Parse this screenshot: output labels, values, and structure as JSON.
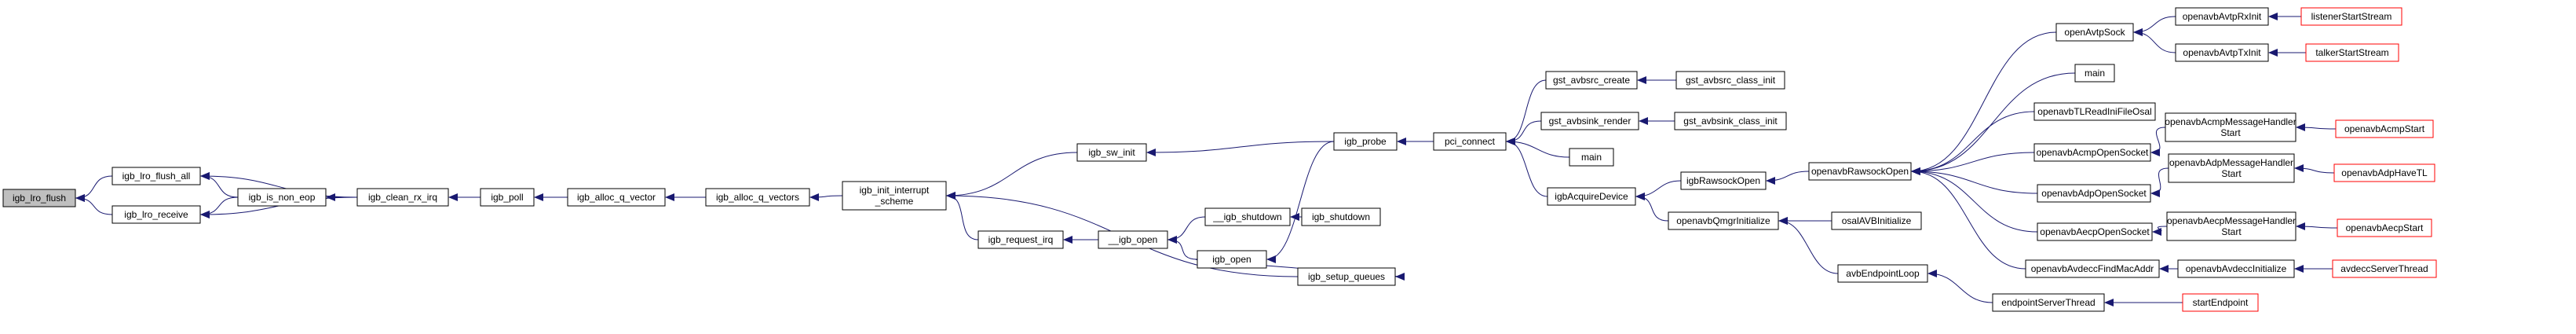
{
  "colors": {
    "root_fill": "#bfbfbf",
    "node_fill": "#ffffff",
    "node_stroke": "#000000",
    "leaf_stroke": "#ff0000",
    "edge": "#191970"
  },
  "nodes": {
    "igb_lro_flush": "igb_lro_flush",
    "igb_lro_flush_all": "igb_lro_flush_all",
    "igb_lro_receive": "igb_lro_receive",
    "igb_is_non_eop": "igb_is_non_eop",
    "igb_clean_rx_irq": "igb_clean_rx_irq",
    "igb_poll": "igb_poll",
    "igb_alloc_q_vector": "igb_alloc_q_vector",
    "igb_alloc_q_vectors": "igb_alloc_q_vectors",
    "igb_init_interrupt_scheme": [
      "igb_init_interrupt",
      "_scheme"
    ],
    "igb_sw_init": "igb_sw_init",
    "igb_request_irq": "igb_request_irq",
    "__igb_open": "__igb_open",
    "__igb_shutdown": "__igb_shutdown",
    "igb_open": "igb_open",
    "igb_shutdown": "igb_shutdown",
    "igb_setup_queues": "igb_setup_queues",
    "igb_probe": "igb_probe",
    "pci_connect": "pci_connect",
    "gst_avbsrc_create": "gst_avbsrc_create",
    "gst_avbsrc_class_init": "gst_avbsrc_class_init",
    "gst_avbsink_render": "gst_avbsink_render",
    "gst_avbsink_class_init": "gst_avbsink_class_init",
    "main_pci": "main",
    "igbAcquireDevice": "igbAcquireDevice",
    "igbRawsockOpen": "igbRawsockOpen",
    "openavbQmgrInitialize": "openavbQmgrInitialize",
    "osalAVBInitialize": "osalAVBInitialize",
    "avbEndpointLoop": "avbEndpointLoop",
    "endpointServerThread": "endpointServerThread",
    "startEndpoint": "startEndpoint",
    "openavbRawsockOpen": "openavbRawsockOpen",
    "openAvtpSock": "openAvtpSock",
    "openavbAvtpRxInit": "openavbAvtpRxInit",
    "openavbAvtpTxInit": "openavbAvtpTxInit",
    "listenerStartStream": "listenerStartStream",
    "talkerStartStream": "talkerStartStream",
    "main_raw": "main",
    "openavbTLReadIniFileOsal": "openavbTLReadIniFileOsal",
    "openavbAcmpOpenSocket": "openavbAcmpOpenSocket",
    "openavbAdpOpenSocket": "openavbAdpOpenSocket",
    "openavbAecpOpenSocket": "openavbAecpOpenSocket",
    "openavbAvdeccFindMacAddr": "openavbAvdeccFindMacAddr",
    "openavbAcmpMessageHandlerStart": [
      "openavbAcmpMessageHandler",
      "Start"
    ],
    "openavbAdpMessageHandlerStart": [
      "openavbAdpMessageHandler",
      "Start"
    ],
    "openavbAecpMessageHandlerStart": [
      "openavbAecpMessageHandler",
      "Start"
    ],
    "openavbAvdeccInitialize": "openavbAvdeccInitialize",
    "openavbAcmpStart": "openavbAcmpStart",
    "openavbAdpHaveTL": "openavbAdpHaveTL",
    "openavbAecpStart": "openavbAecpStart",
    "avdeccServerThread": "avdeccServerThread"
  }
}
